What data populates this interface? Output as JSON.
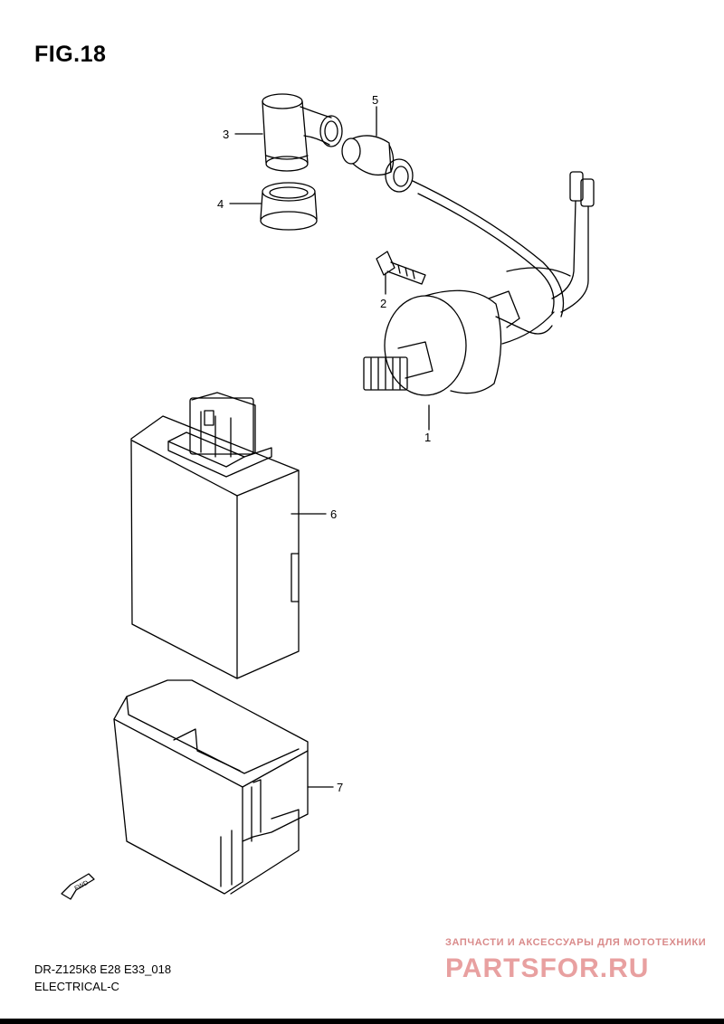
{
  "figure": {
    "title": "FIG.18"
  },
  "callouts": [
    {
      "number": "1"
    },
    {
      "number": "2"
    },
    {
      "number": "3"
    },
    {
      "number": "4"
    },
    {
      "number": "5"
    },
    {
      "number": "6"
    },
    {
      "number": "7"
    }
  ],
  "fwd_label": "FWD",
  "footer": {
    "model": "DR-Z125K8 E28 E33_018",
    "section": "ELECTRICAL-C"
  },
  "watermark": {
    "tagline": "ЗАПЧАСТИ И АКСЕССУАРЫ ДЛЯ МОТОТЕХНИКИ",
    "logo": "PARTSFOR.RU",
    "color": "#e8a0a0"
  }
}
